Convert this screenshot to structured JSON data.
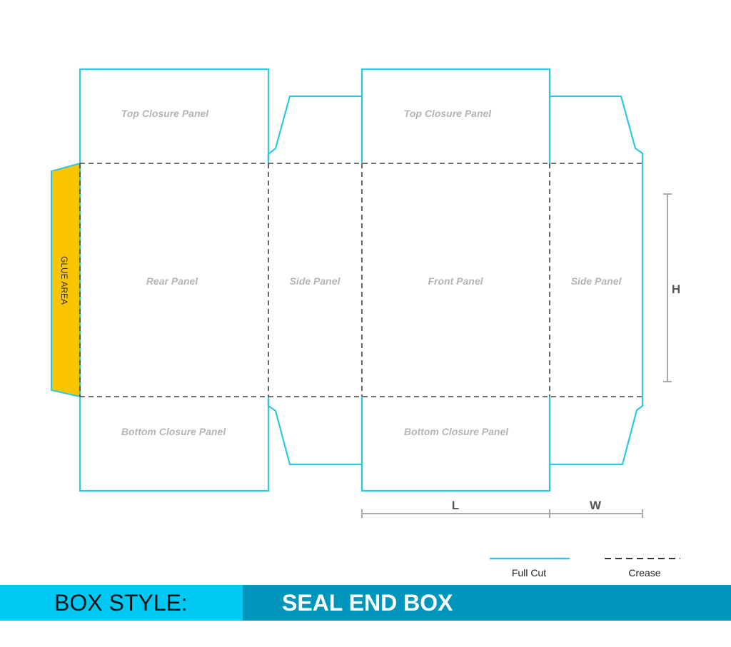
{
  "panels": {
    "top_closure_left": "Top Closure Panel",
    "top_closure_right": "Top Closure Panel",
    "rear": "Rear Panel",
    "side_left": "Side Panel",
    "front": "Front Panel",
    "side_right": "Side Panel",
    "bottom_closure_left": "Bottom Closure Panel",
    "bottom_closure_right": "Bottom Closure Panel",
    "glue": "GLUE AREA"
  },
  "dimensions": {
    "height": "H",
    "length": "L",
    "width": "W"
  },
  "legend": {
    "full_cut": "Full Cut",
    "crease": "Crease"
  },
  "banner": {
    "label": "BOX STYLE:",
    "value": "SEAL END BOX"
  },
  "colors": {
    "cut": "#2CC6E6",
    "glue": "#F8C500",
    "banner_left": "#00C8F5",
    "banner_right": "#0096BB"
  }
}
